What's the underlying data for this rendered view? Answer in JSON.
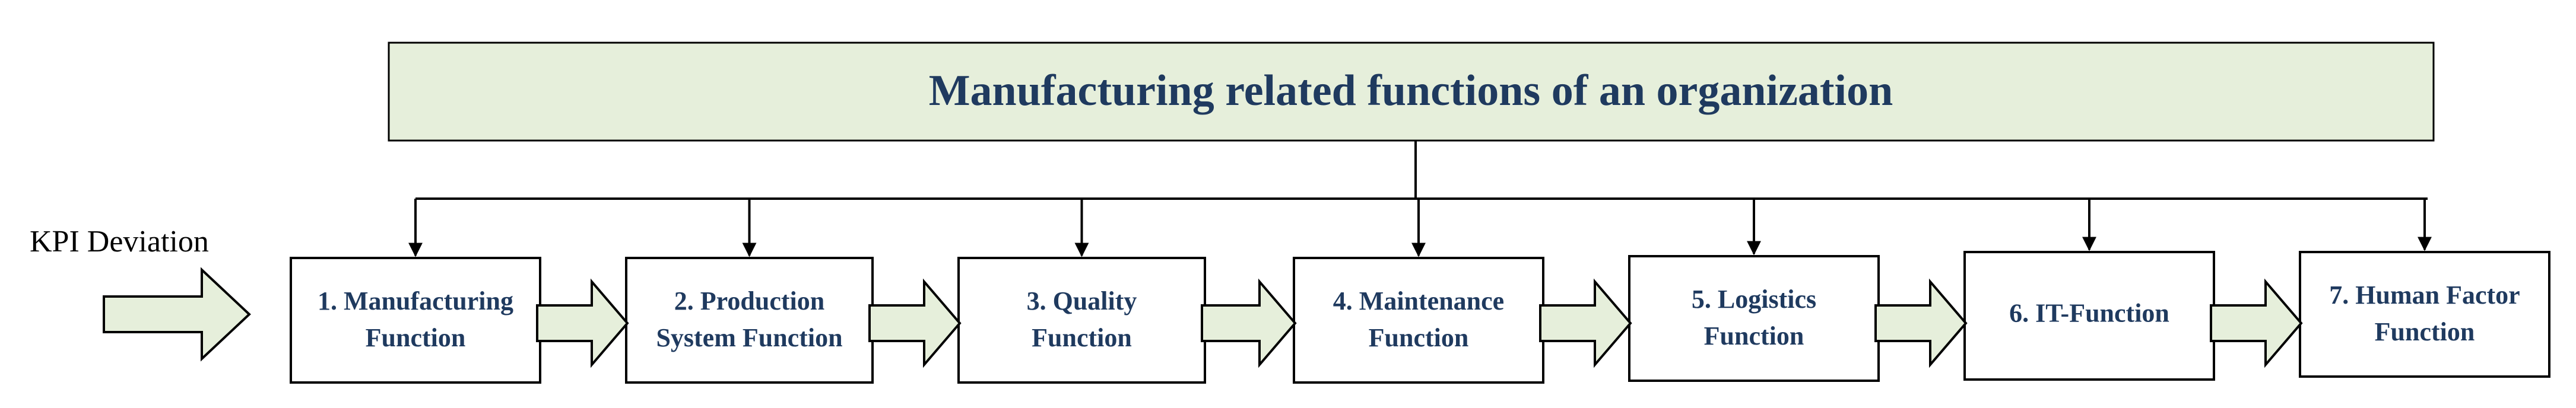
{
  "title": "Manufacturing related functions of an organization",
  "input_label": "KPI Deviation",
  "functions": [
    {
      "line1": "1. Manufacturing",
      "line2": "Function"
    },
    {
      "line1": "2. Production",
      "line2": "System Function"
    },
    {
      "line1": "3. Quality",
      "line2": "Function"
    },
    {
      "line1": "4. Maintenance",
      "line2": "Function"
    },
    {
      "line1": "5. Logistics",
      "line2": "Function"
    },
    {
      "line1": "6. IT-Function",
      "line2": ""
    },
    {
      "line1": "7. Human Factor",
      "line2": "Function"
    }
  ],
  "colors": {
    "title_fill": "#e6efdb",
    "arrow_fill": "#e6efdb",
    "title_text": "#1f3a5f",
    "box_text": "#1f3a5f",
    "line": "#000000",
    "label_text": "#000000"
  }
}
